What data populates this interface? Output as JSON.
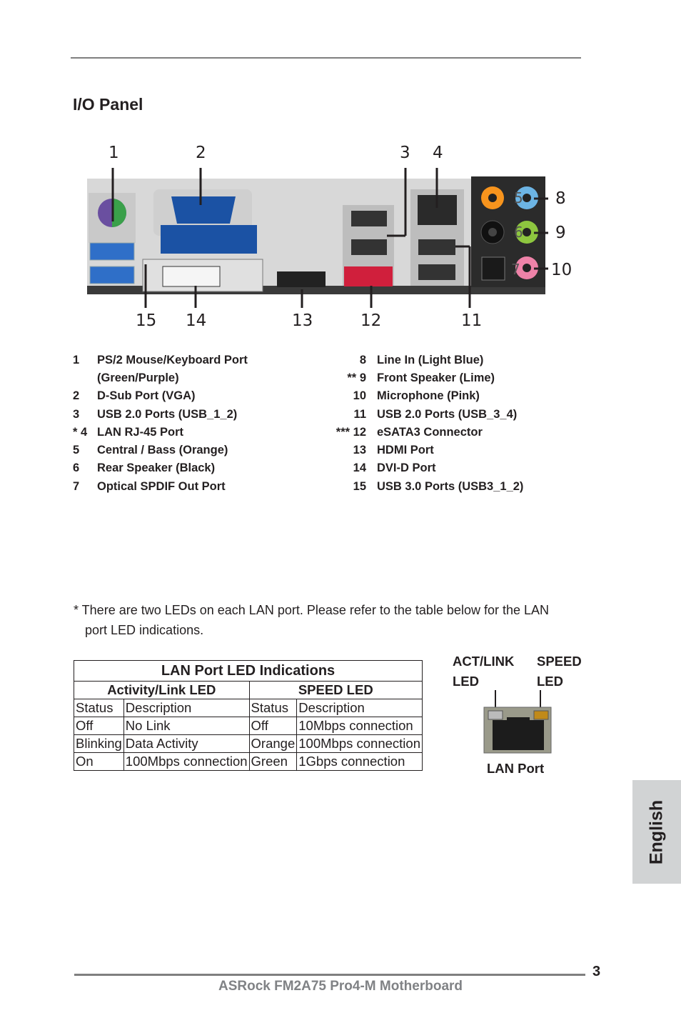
{
  "section_title": "I/O Panel",
  "callouts": {
    "top": [
      "1",
      "2",
      "3",
      "4"
    ],
    "right": [
      "8",
      "9",
      "10"
    ],
    "bottom": [
      "15",
      "14",
      "13",
      "12",
      "11"
    ],
    "inner": [
      "5",
      "6",
      "7"
    ]
  },
  "ports_left": [
    {
      "num": "1",
      "label": "PS/2 Mouse/Keyboard Port"
    },
    {
      "num": "",
      "label": "(Green/Purple)"
    },
    {
      "num": "2",
      "label": "D-Sub Port (VGA)"
    },
    {
      "num": "3",
      "label": "USB 2.0 Ports (USB_1_2)"
    },
    {
      "num": "* 4",
      "label": "LAN RJ-45 Port"
    },
    {
      "num": "5",
      "label": "Central / Bass (Orange)"
    },
    {
      "num": "6",
      "label": "Rear Speaker (Black)"
    },
    {
      "num": "7",
      "label": "Optical SPDIF Out Port"
    }
  ],
  "ports_right": [
    {
      "num": "8",
      "label": "Line  In  (Light  Blue)"
    },
    {
      "num": "** 9",
      "label": "Front Speaker (Lime)"
    },
    {
      "num": "10",
      "label": "Microphone (Pink)"
    },
    {
      "num": "11",
      "label": "USB 2.0 Ports (USB_3_4)"
    },
    {
      "num": "*** 12",
      "label": "eSATA3 Connector"
    },
    {
      "num": "13",
      "label": "HDMI Port"
    },
    {
      "num": "14",
      "label": "DVI-D Port"
    },
    {
      "num": "15",
      "label": "USB 3.0 Ports (USB3_1_2)"
    }
  ],
  "note_line1": "* There are two LEDs on each LAN port. Please refer to the table below for the LAN",
  "note_line2": "port LED indications.",
  "led_table": {
    "title": "LAN Port LED Indications",
    "group_left": "Activity/Link LED",
    "group_right": "SPEED LED",
    "rows": [
      [
        "Status",
        "Description",
        "Status",
        "Description"
      ],
      [
        "Off",
        "No Link",
        "Off",
        "10Mbps connection"
      ],
      [
        "Blinking",
        "Data Activity",
        "Orange",
        "100Mbps connection"
      ],
      [
        "On",
        "100Mbps connection",
        "Green",
        "1Gbps connection"
      ]
    ]
  },
  "lan_diagram": {
    "act_link_line1": "ACT/LINK",
    "act_link_line2": "LED",
    "speed_line1": "SPEED",
    "speed_line2": "LED",
    "port_label": "LAN Port"
  },
  "language_tab": "English",
  "page_number": "3",
  "footer": "ASRock  FM2A75 Pro4-M  Motherboard",
  "colors": {
    "text": "#231f20",
    "rule": "#7f7f7f",
    "tab": "#d1d3d4",
    "footer": "#808285",
    "orange_jack": "#f7941d",
    "blue_jack": "#6cb4e4",
    "lime_jack": "#8dc63f",
    "pink_jack": "#ee82a8",
    "vga_blue": "#1b52a4",
    "usb3_blue": "#2f6fc8"
  }
}
